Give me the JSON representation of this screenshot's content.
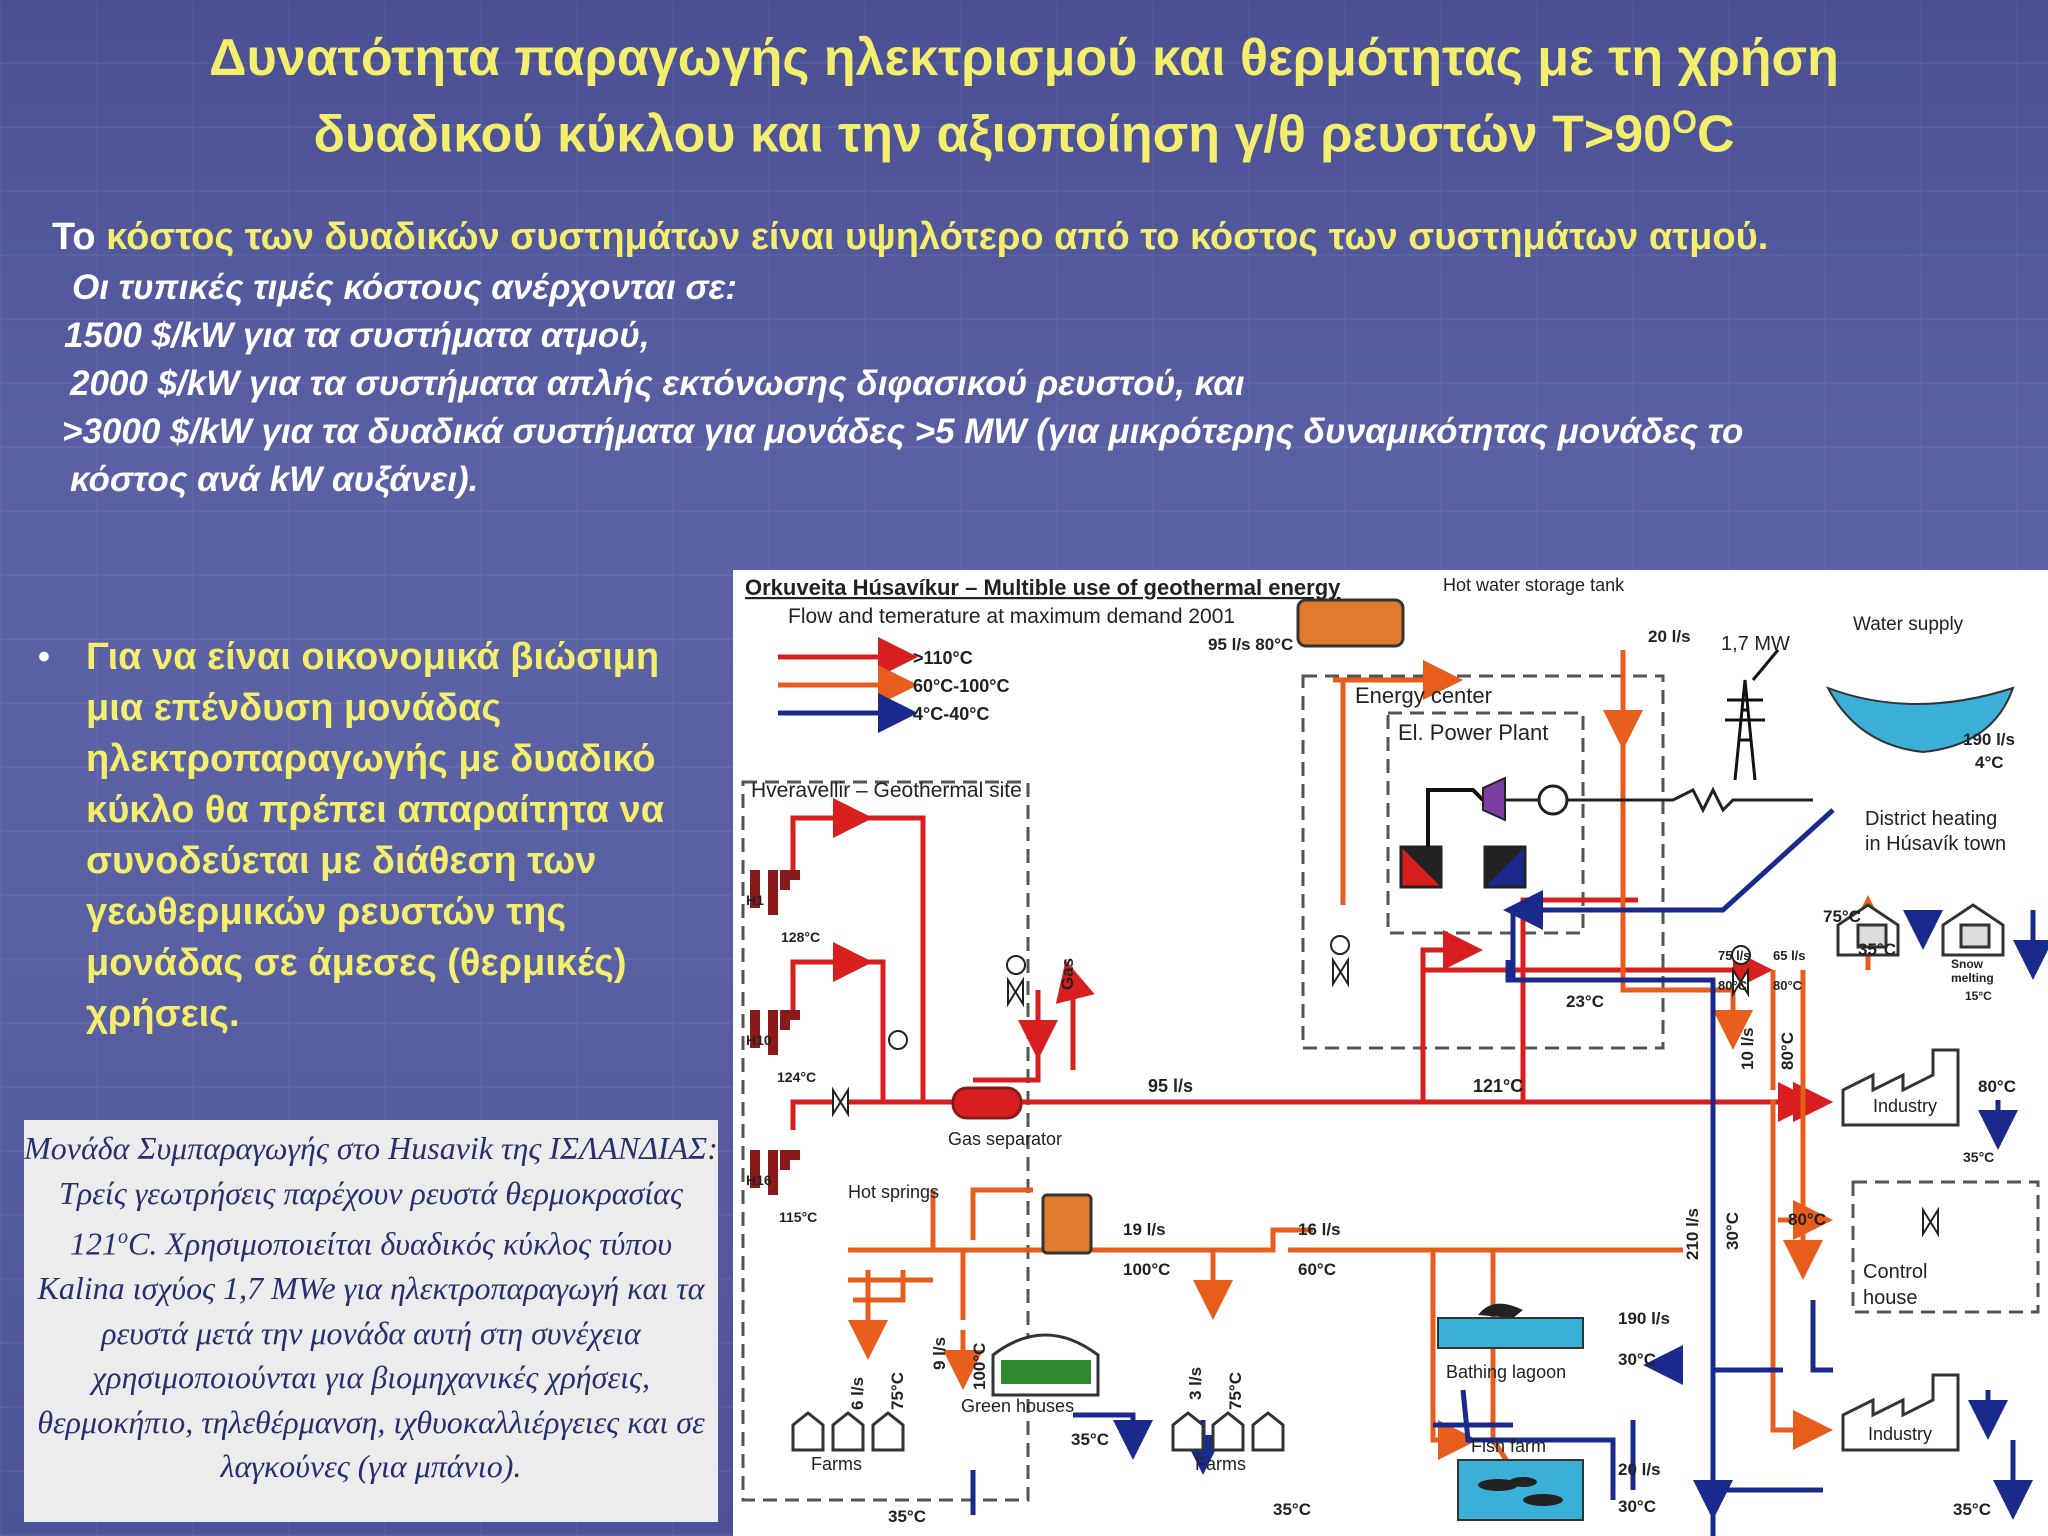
{
  "slide": {
    "title_line1": "Δυνατότητα παραγωγής ηλεκτρισμού και θερμότητας με τη χρήση",
    "title_line2_main": "δυαδικού κύκλου και την αξιοποίηση γ/θ ρευστών T>90",
    "title_line2_sup": "O",
    "title_line2_end": "C",
    "intro_lead": "Το",
    "intro_rest": " κόστος των δυαδικών συστημάτων είναι υψηλότερο από το κόστος των συστημάτων ατμού.",
    "cost_lines": [
      "Οι τυπικές τιμές κόστους ανέρχονται σε:",
      "1500 $/kW για τα συστήματα ατμού,",
      "2000 $/kW για τα συστήματα απλής εκτόνωσης διφασικού ρευστού, και",
      ">3000 $/kW για τα δυαδικά συστήματα για μονάδες >5 MW (για μικρότερης δυναμικότητας μονάδες το",
      "κόστος ανά kW αυξάνει)."
    ],
    "bullet_marker": "•",
    "bullet_text": "Για να είναι οικονομικά βιώσιμη μια επένδυση μονάδας ηλεκτροπαραγωγής με δυαδικό κύκλο θα πρέπει απαραίτητα να συνοδεύεται με διάθεση των γεωθερμικών ρευστών της μονάδας σε άμεσες (θερμικές) χρήσεις.",
    "caption_before_sup": "Μονάδα Συμπαραγωγής στο Husavik της ΙΣΛΑΝΔΙΑΣ: Τρείς γεωτρήσεις παρέχουν ρευστά θερμοκρασίας 121",
    "caption_sup": "o",
    "caption_after_sup": "C. Χρησιμοποιείται δυαδικός κύκλος τύπου Kalina ισχύος 1,7 MWe για ηλεκτροπαραγωγή και τα ρευστά μετά την μονάδα αυτή στη συνέχεια χρησιμοποιούνται για βιομηχανικές χρήσεις, θερμοκήπιο, τηλεθέρμανση, ιχθυοκαλλιέργειες και σε λαγκούνες (για μπάνιο)."
  },
  "diagram": {
    "colors": {
      "hot": "#d81e1e",
      "medium": "#e85c1c",
      "cold": "#1a2a8c",
      "frame": "#555555"
    },
    "title": "Orkuveita Húsavíkur – Multible use of geothermal energy",
    "subtitle": "Flow and temerature at maximum demand 2001",
    "legend": [
      ">110°C",
      "60°C-100°C",
      "4°C-40°C"
    ],
    "labels": {
      "hot_tank": "Hot water storage tank",
      "tank_flow": "95 l/s  80°C",
      "flow_20a": "20 l/s",
      "mw": "1,7 MW",
      "water_supply": "Water supply",
      "energy_center": "Energy center",
      "power_plant": "El. Power Plant",
      "flow_190a": "190 l/s",
      "temp_4": "4°C",
      "site": "Hveravellir – Geothermal site",
      "district1": "District heating",
      "district2": "in Húsavík town",
      "h1": "H1",
      "t128": "128°C",
      "gas": "Gas",
      "t75a": "75°C",
      "t35a": "35°C",
      "f75": "75 l/s",
      "f65": "65 l/s",
      "t80a": "80°C",
      "t80b": "80°C",
      "snow1": "Snow",
      "snow2": "melting",
      "t15": "15°C",
      "t23": "23°C",
      "h10": "H10",
      "t124": "124°C",
      "f10": "10 l/s",
      "t80v": "80°C",
      "f95": "95 l/s",
      "t121": "121°C",
      "industry1": "Industry",
      "t80c": "80°C",
      "gas_sep": "Gas separator",
      "t35b": "35°C",
      "h16": "H16",
      "t115": "115°C",
      "hot_springs": "Hot springs",
      "f19": "19 l/s",
      "t100a": "100°C",
      "f16": "16 l/s",
      "t60": "60°C",
      "f210": "210 l/s",
      "t30v": "30°C",
      "t80d": "80°C",
      "control1": "Control",
      "control2": "house",
      "f190b": "190 l/s",
      "t30a": "30°C",
      "bathing": "Bathing lagoon",
      "f6": "6 l/s",
      "t75b": "75°C",
      "f9": "9 l/s",
      "t100b": "100°C",
      "f3": "3 l/s",
      "t75c": "75°C",
      "green": "Green houses",
      "t35c": "35°C",
      "farms1": "Farms",
      "farms2": "Farms",
      "fish": "Fish farm",
      "industry2": "Industry",
      "f20b": "20 l/s",
      "t30b": "30°C",
      "t35d": "35°C",
      "t35e": "35°C",
      "t35f": "35°C"
    }
  }
}
